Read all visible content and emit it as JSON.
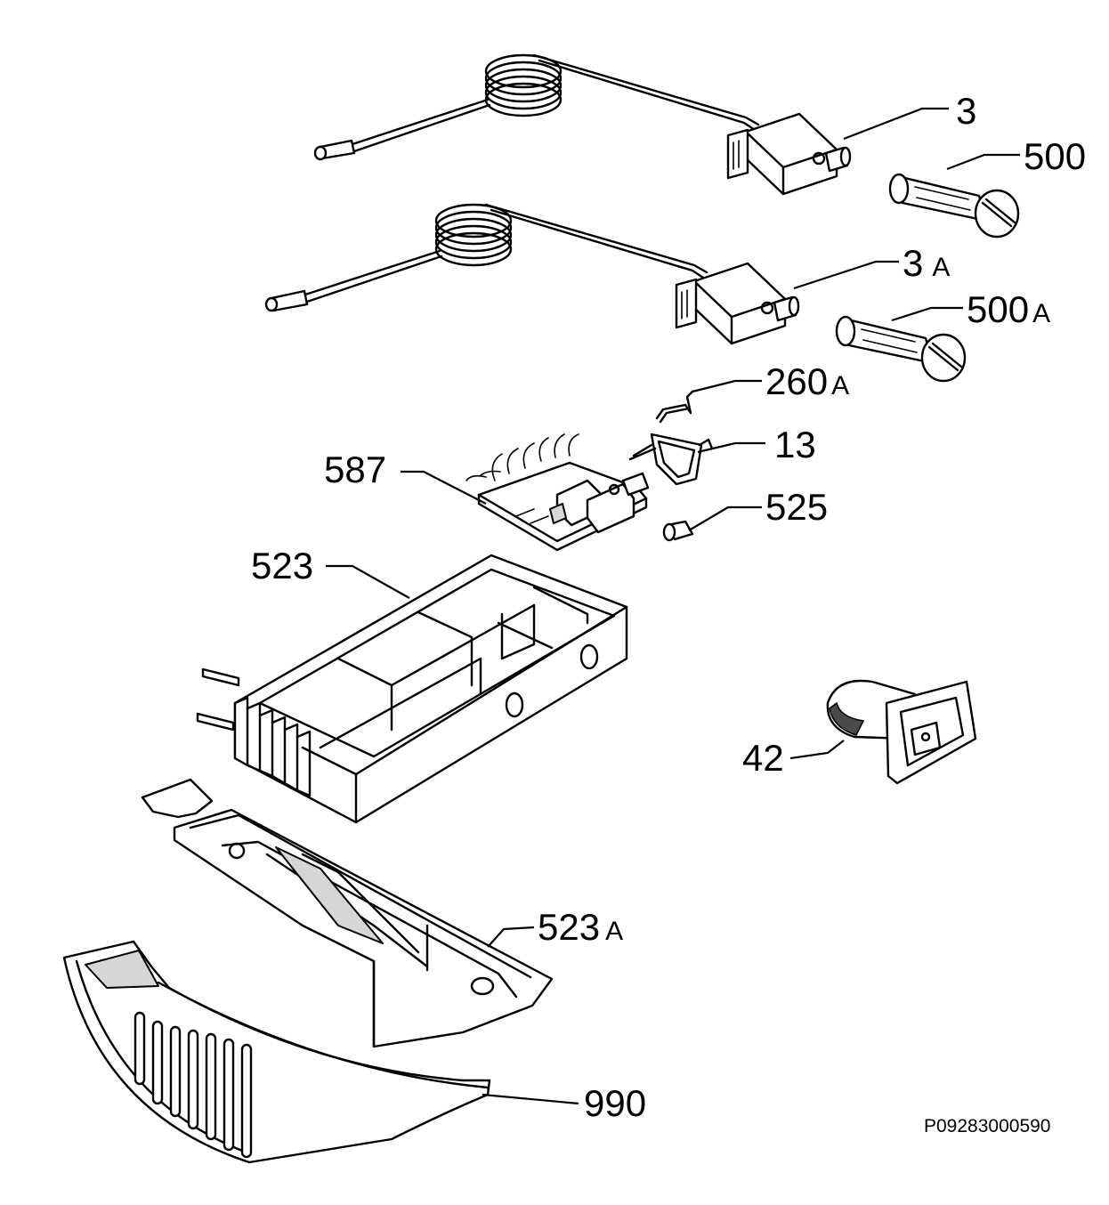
{
  "diagram": {
    "parts": [
      {
        "id": "p3",
        "number": "3",
        "suffix": ""
      },
      {
        "id": "p500",
        "number": "500",
        "suffix": ""
      },
      {
        "id": "p3a",
        "number": "3",
        "suffix": "A"
      },
      {
        "id": "p500a",
        "number": "500",
        "suffix": "A"
      },
      {
        "id": "p260a",
        "number": "260",
        "suffix": "A"
      },
      {
        "id": "p13",
        "number": "13",
        "suffix": ""
      },
      {
        "id": "p587",
        "number": "587",
        "suffix": ""
      },
      {
        "id": "p525",
        "number": "525",
        "suffix": ""
      },
      {
        "id": "p523",
        "number": "523",
        "suffix": ""
      },
      {
        "id": "p42",
        "number": "42",
        "suffix": ""
      },
      {
        "id": "p523a",
        "number": "523",
        "suffix": "A"
      },
      {
        "id": "p990",
        "number": "990",
        "suffix": ""
      }
    ],
    "reference_code": "P09283000590"
  }
}
